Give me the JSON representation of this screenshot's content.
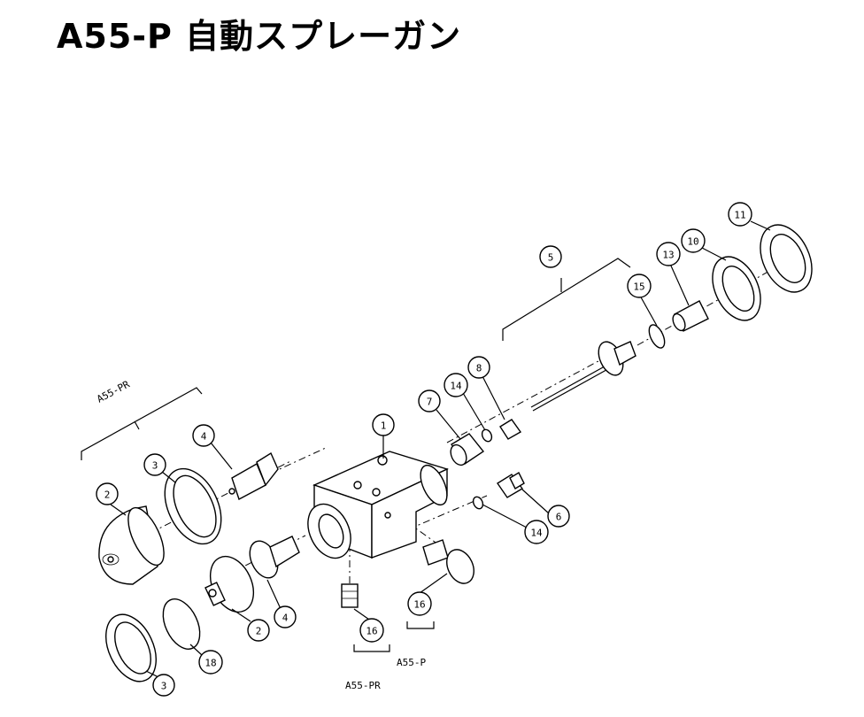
{
  "title": "A55-P 自動スプレーガン",
  "groups": {
    "pr_top": "A55-PR",
    "pr_bottom": "A55-PR",
    "p_bottom": "A55-P"
  },
  "callouts": {
    "c1": "1",
    "c2a": "2",
    "c2b": "2",
    "c3a": "3",
    "c3b": "3",
    "c4a": "4",
    "c4b": "4",
    "c5": "5",
    "c6": "6",
    "c7": "7",
    "c8": "8",
    "c10": "10",
    "c11": "11",
    "c13": "13",
    "c14a": "14",
    "c14b": "14",
    "c15": "15",
    "c16a": "16",
    "c16b": "16",
    "c18": "18"
  }
}
